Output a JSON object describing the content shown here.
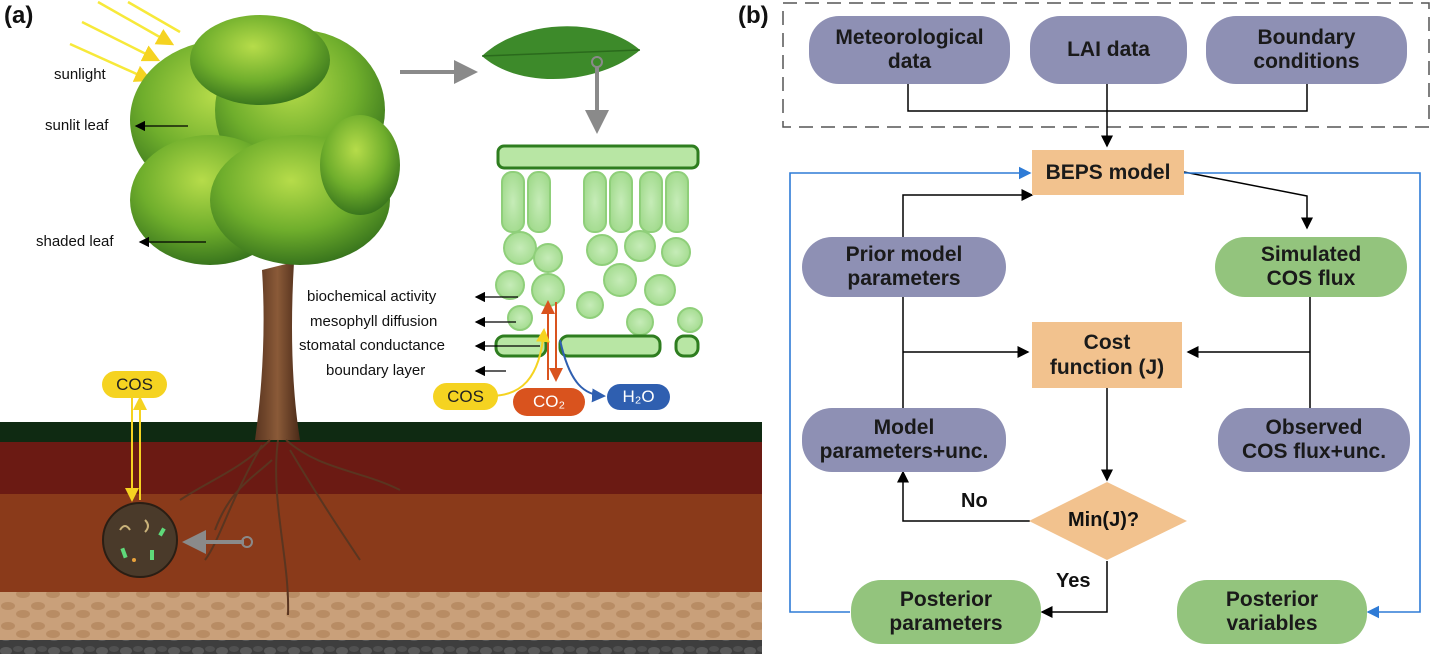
{
  "panel_a": {
    "label": "(a)",
    "annotations": {
      "sunlight": "sunlight",
      "sunlit_leaf": "sunlit leaf",
      "shaded_leaf": "shaded leaf",
      "biochemical_activity": "biochemical activity",
      "mesophyll_diffusion": "mesophyll diffusion",
      "stomatal_conductance": "stomatal conductance",
      "boundary_layer": "boundary layer"
    },
    "gas_tags": {
      "cos_leaf": "COS",
      "co2": "CO₂",
      "h2o": "H₂O",
      "cos_soil": "COS"
    },
    "colors": {
      "cos": "#f5d321",
      "co2": "#d9531e",
      "h2o": "#2f5fb0",
      "sky": "#ffffff",
      "grass": "#0f2a12",
      "soil_top": "#6b1a13",
      "soil_mid": "#8a3a1a",
      "soil_sand": "#c4966a",
      "bedrock": "#4a4a4a"
    }
  },
  "panel_b": {
    "label": "(b)",
    "inputs": [
      {
        "label_line1": "Meteorological",
        "label_line2": "data"
      },
      {
        "label_line1": "LAI data",
        "label_line2": ""
      },
      {
        "label_line1": "Boundary",
        "label_line2": "conditions"
      }
    ],
    "beps_model": "BEPS model",
    "prior_params": {
      "line1": "Prior model",
      "line2": "parameters"
    },
    "simulated_flux": {
      "line1": "Simulated",
      "line2": "COS flux"
    },
    "cost_function": {
      "line1": "Cost",
      "line2": "function (J)"
    },
    "model_params_unc": {
      "line1": "Model",
      "line2": "parameters+unc."
    },
    "observed_flux_unc": {
      "line1": "Observed",
      "line2": "COS flux+unc."
    },
    "decision": "Min(J)?",
    "no_label": "No",
    "yes_label": "Yes",
    "posterior_params": {
      "line1": "Posterior",
      "line2": "parameters"
    },
    "posterior_vars": {
      "line1": "Posterior",
      "line2": "variables"
    },
    "colors": {
      "input_pill": "#8e90b4",
      "output_pill": "#93c47d",
      "process_box": "#f2c28e",
      "feedback_line": "#2e7bd6",
      "arrow": "#000000"
    }
  }
}
